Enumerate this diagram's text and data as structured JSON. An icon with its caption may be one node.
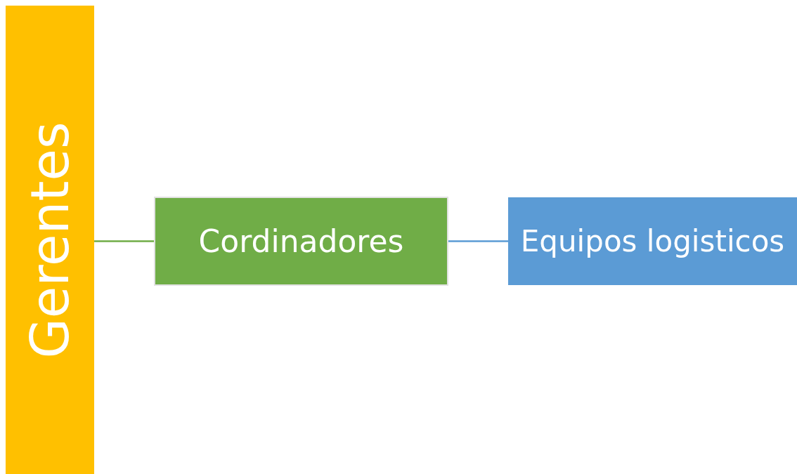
{
  "diagram": {
    "nodes": [
      {
        "text": [
          "Gerentes"
        ]
      },
      {
        "text": [
          "Cordinadores"
        ]
      },
      {
        "text": [
          "Equipos logisticos"
        ]
      }
    ],
    "edges": [
      {
        "from": 0,
        "to": 1,
        "arrow": "none",
        "color": "#70ad47"
      },
      {
        "from": 1,
        "to": 2,
        "arrow": "none",
        "color": "#5b9bd5"
      }
    ]
  }
}
